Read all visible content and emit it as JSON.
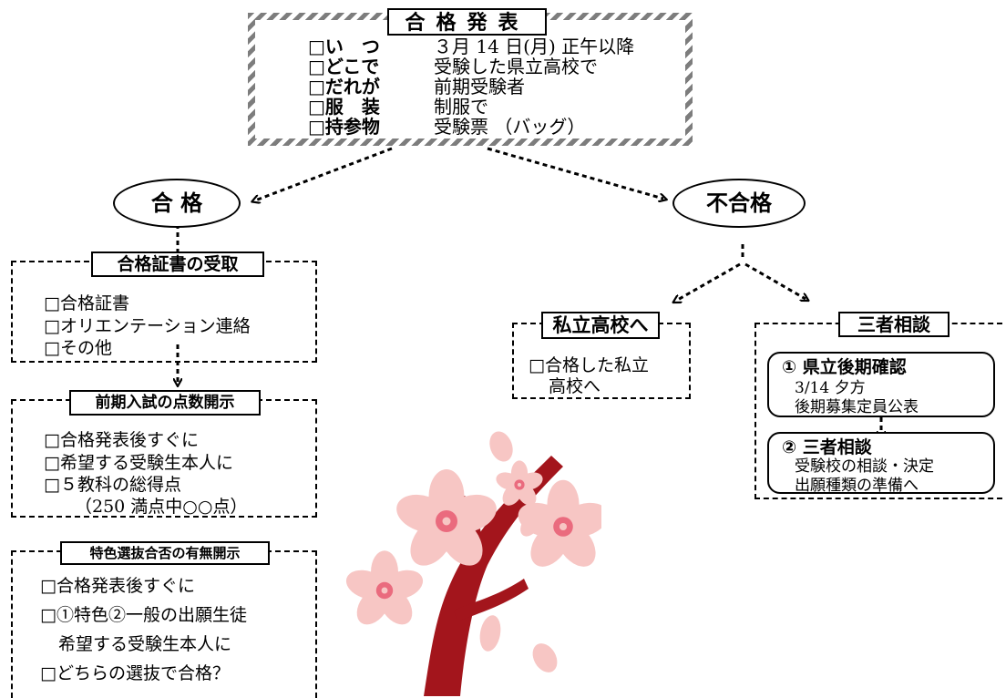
{
  "announcement": {
    "title": "合格発表",
    "rows": [
      {
        "label": "□い　つ",
        "value": "３月 14 日(月) 正午以降"
      },
      {
        "label": "□どこで",
        "value": "受験した県立高校で"
      },
      {
        "label": "□だれが",
        "value": "前期受験者"
      },
      {
        "label": "□服　装",
        "value": "制服で"
      },
      {
        "label": "□持参物",
        "value": "受験票 （バッグ）"
      }
    ]
  },
  "pass": {
    "label": "合 格"
  },
  "fail": {
    "label": "不合格"
  },
  "certificate": {
    "title": "合格証書の受取",
    "items": [
      "□合格証書",
      "□オリエンテーション連絡",
      "□その他"
    ]
  },
  "score_disclosure": {
    "title": "前期入試の点数開示",
    "items": [
      "□合格発表後すぐに",
      "□希望する受験生本人に",
      "□５教科の総得点",
      "（250 満点中○○点）"
    ]
  },
  "tokushoku_disclosure": {
    "title": "特色選抜合否の有無開示",
    "items": [
      "□合格発表後すぐに",
      "□①特色②一般の出願生徒",
      "希望する受験生本人に",
      "□どちらの選抜で合格？"
    ]
  },
  "private_school": {
    "title": "私立高校へ",
    "items": [
      "□合格した私立",
      "高校へ"
    ]
  },
  "consultation": {
    "title": "三者相談",
    "step1": {
      "title": "① 県立後期確認",
      "lines": [
        "3/14 夕方",
        "後期募集定員公表"
      ]
    },
    "step2": {
      "title": "② 三者相談",
      "lines": [
        "受験校の相談・決定",
        "出願種類の準備へ"
      ]
    }
  },
  "illustration": {
    "icon": "cherry-blossom-branch"
  },
  "colors": {
    "border_stripe": "#7d7d7d",
    "branch": "#a3151c",
    "blossom": "#f7c6c4",
    "blossom_center": "#ea6b7e"
  }
}
